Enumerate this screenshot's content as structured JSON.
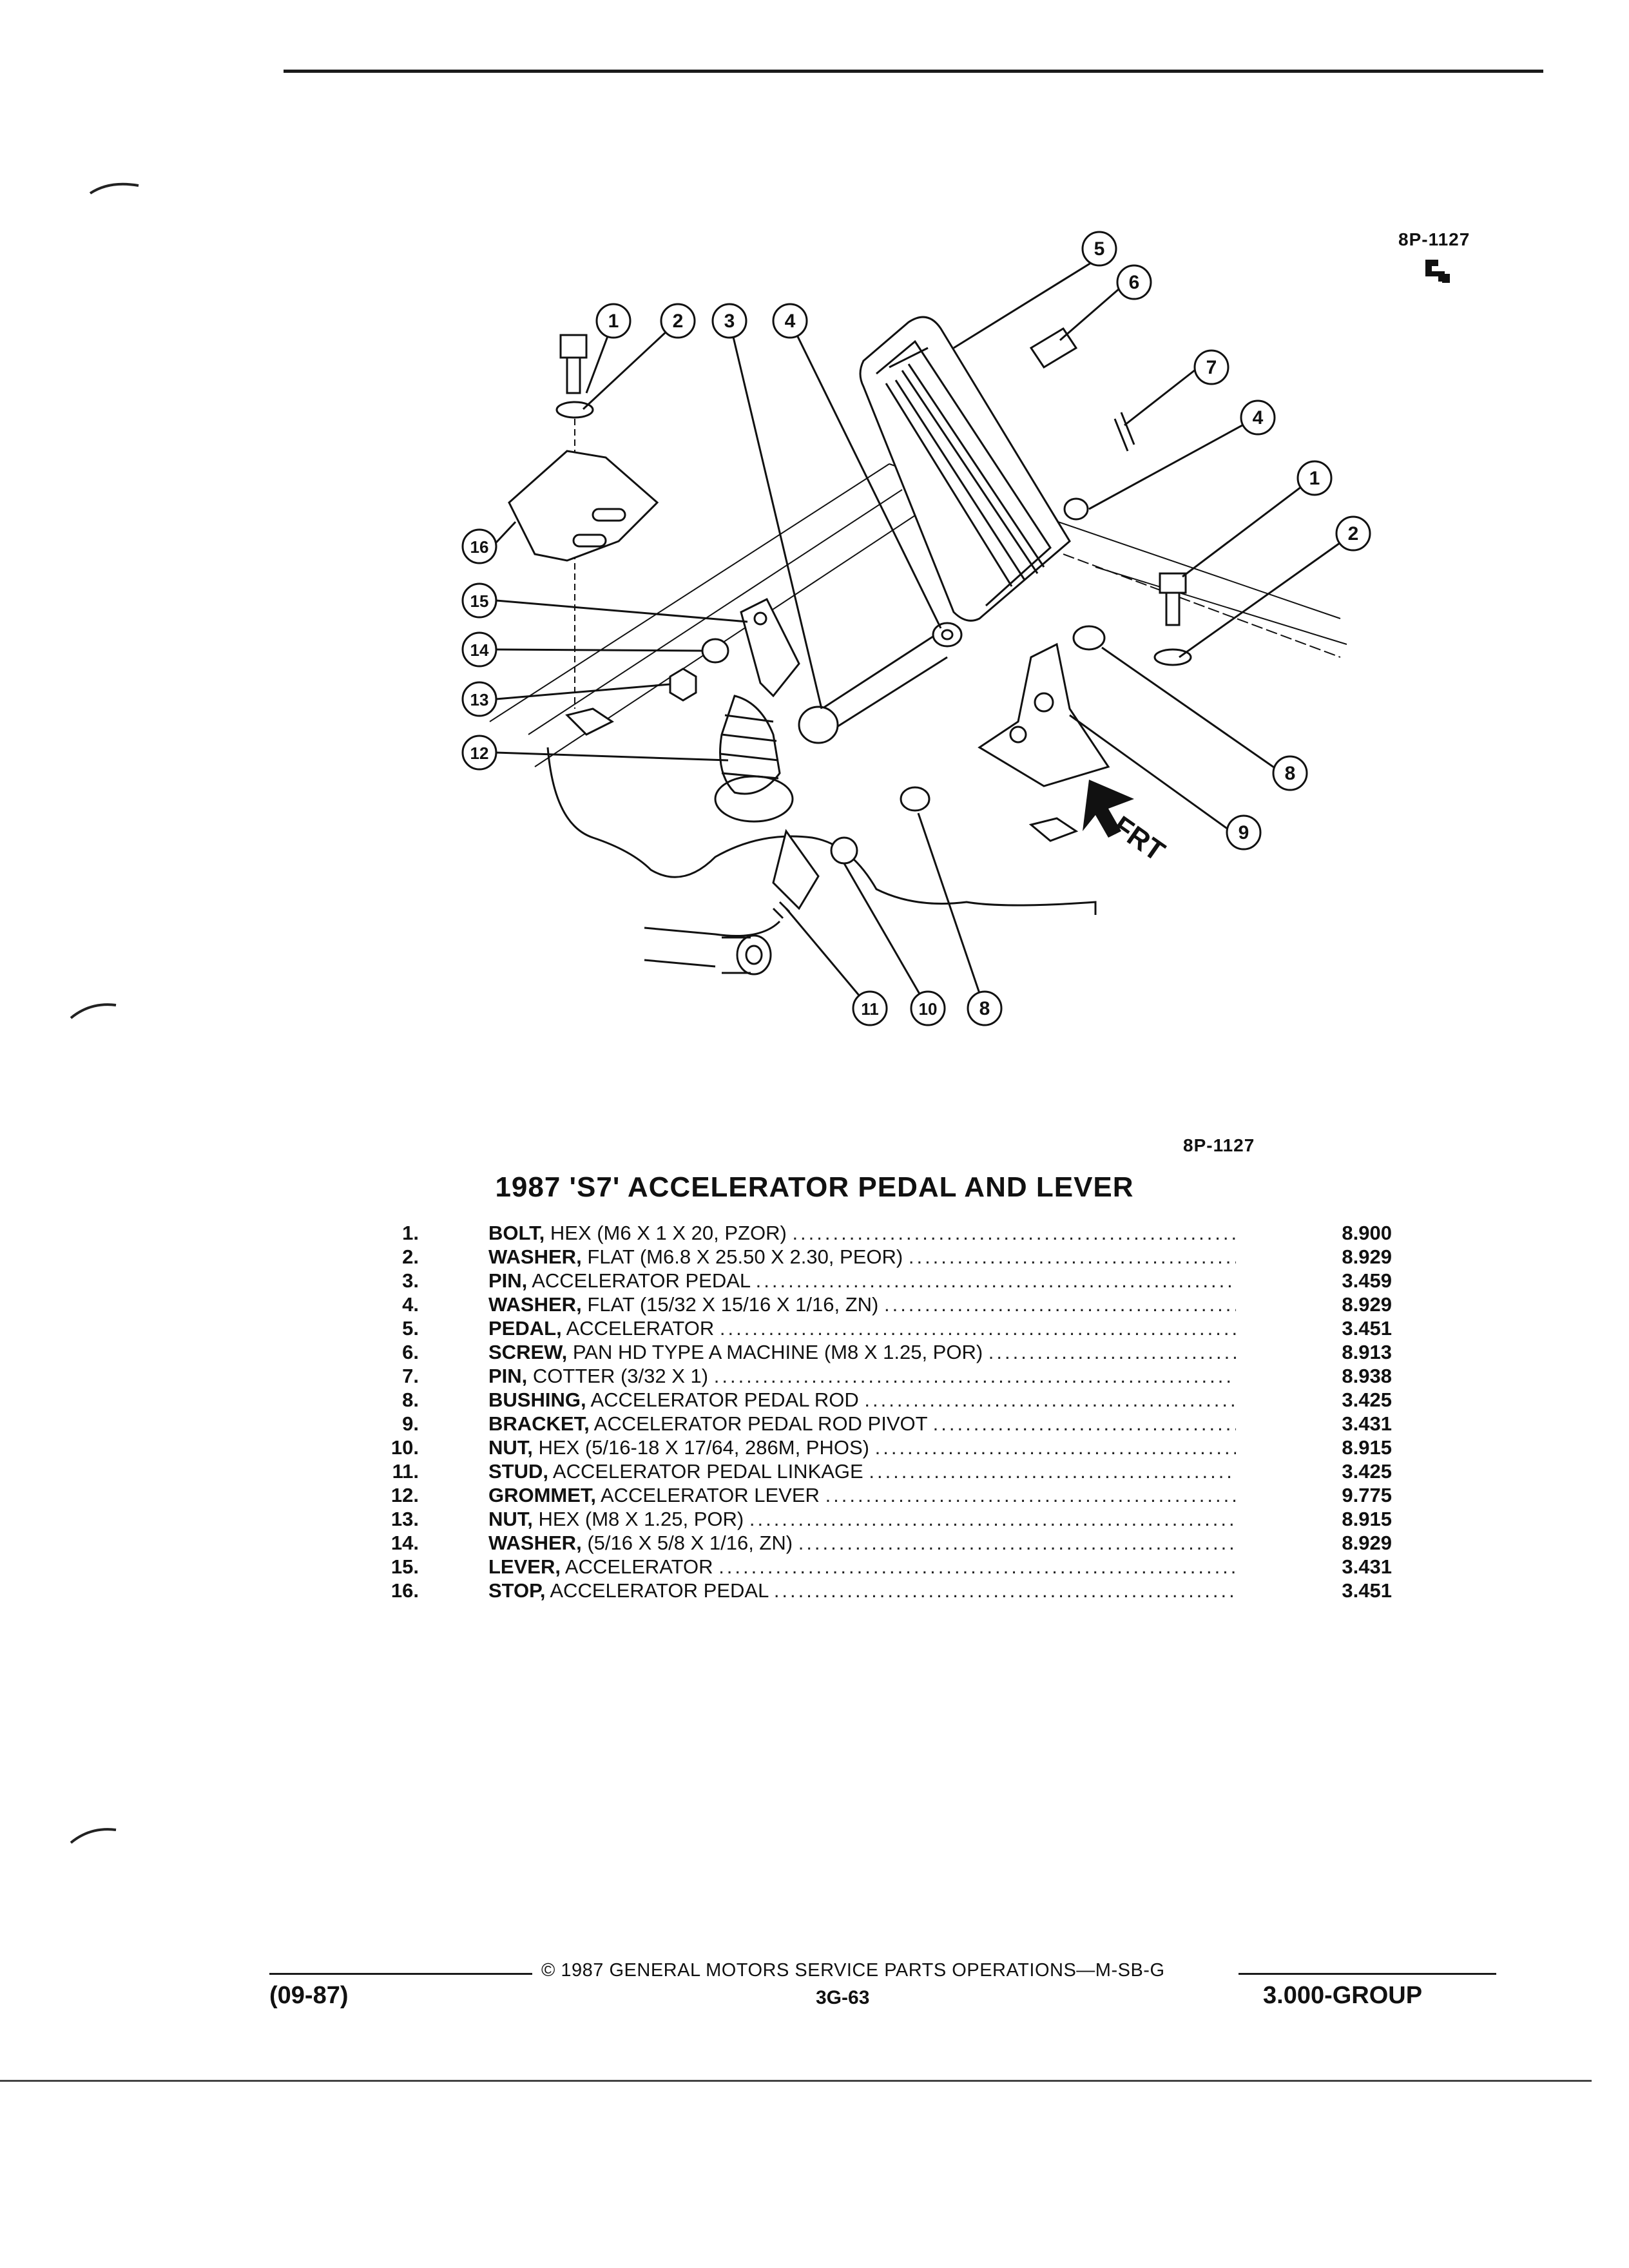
{
  "header": {
    "ref_code": "8P-1127",
    "ref_symbol": "ꟼ"
  },
  "callouts": [
    "1",
    "2",
    "3",
    "4",
    "5",
    "6",
    "7",
    "4",
    "1",
    "2",
    "8",
    "9",
    "16",
    "15",
    "14",
    "13",
    "12",
    "11",
    "10",
    "8"
  ],
  "labels": {
    "frt": "FRT",
    "ref_code_below": "8P-1127"
  },
  "title": "1987 'S7' ACCELERATOR PEDAL AND LEVER",
  "parts": [
    {
      "num": "1.",
      "name": "BOLT,",
      "spec": "HEX (M6 X 1 X 20, PZOR)",
      "code": "8.900"
    },
    {
      "num": "2.",
      "name": "WASHER,",
      "spec": "FLAT (M6.8 X 25.50 X 2.30, PEOR)",
      "code": "8.929"
    },
    {
      "num": "3.",
      "name": "PIN,",
      "spec": "ACCELERATOR PEDAL",
      "code": "3.459"
    },
    {
      "num": "4.",
      "name": "WASHER,",
      "spec": "FLAT (15/32 X 15/16 X 1/16, ZN)",
      "code": "8.929"
    },
    {
      "num": "5.",
      "name": "PEDAL,",
      "spec": "ACCELERATOR",
      "code": "3.451"
    },
    {
      "num": "6.",
      "name": "SCREW,",
      "spec": "PAN HD TYPE A MACHINE (M8 X 1.25, POR)",
      "code": "8.913"
    },
    {
      "num": "7.",
      "name": "PIN,",
      "spec": "COTTER (3/32 X 1)",
      "code": "8.938"
    },
    {
      "num": "8.",
      "name": "BUSHING,",
      "spec": "ACCELERATOR PEDAL ROD",
      "code": "3.425"
    },
    {
      "num": "9.",
      "name": "BRACKET,",
      "spec": "ACCELERATOR PEDAL ROD PIVOT",
      "code": "3.431"
    },
    {
      "num": "10.",
      "name": "NUT,",
      "spec": "HEX (5/16-18 X 17/64, 286M, PHOS)",
      "code": "8.915"
    },
    {
      "num": "11.",
      "name": "STUD,",
      "spec": "ACCELERATOR PEDAL LINKAGE",
      "code": "3.425"
    },
    {
      "num": "12.",
      "name": "GROMMET,",
      "spec": "ACCELERATOR LEVER",
      "code": "9.775"
    },
    {
      "num": "13.",
      "name": "NUT,",
      "spec": "HEX (M8 X 1.25, POR)",
      "code": "8.915"
    },
    {
      "num": "14.",
      "name": "WASHER,",
      "spec": "(5/16 X 5/8 X 1/16, ZN)",
      "code": "8.929"
    },
    {
      "num": "15.",
      "name": "LEVER,",
      "spec": "ACCELERATOR",
      "code": "3.431"
    },
    {
      "num": "16.",
      "name": "STOP,",
      "spec": "ACCELERATOR PEDAL",
      "code": "3.451"
    }
  ],
  "footer": {
    "copyright": "© 1987 GENERAL MOTORS SERVICE PARTS OPERATIONS—M-SB-G",
    "date": "(09-87)",
    "page": "3G-63",
    "group": "3.000-GROUP"
  }
}
